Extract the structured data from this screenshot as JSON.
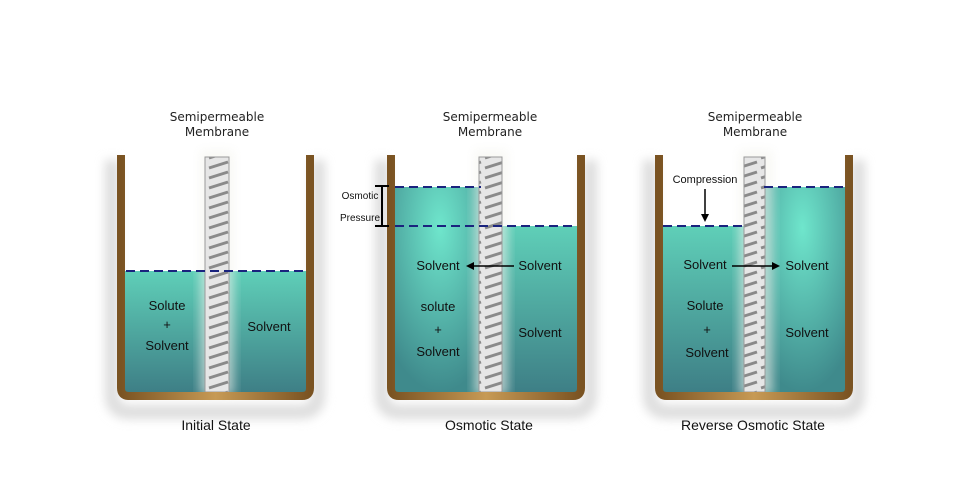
{
  "membrane_label": [
    "Semipermeable",
    "Membrane"
  ],
  "panels": [
    {
      "caption": "Initial State",
      "left_labels": [
        "Solute",
        "+",
        "Solvent"
      ],
      "right_labels": [
        "Solvent"
      ]
    },
    {
      "caption": "Osmotic State",
      "flow_left": "Solvent",
      "flow_right": "Solvent",
      "left_labels": [
        "solute",
        "+",
        "Solvent"
      ],
      "right_labels": [
        "Solvent"
      ],
      "pressure_labels": [
        "Osmotic",
        "Pressure"
      ]
    },
    {
      "caption": "Reverse Osmotic State",
      "flow_left": "Solvent",
      "flow_right": "Solvent",
      "left_labels": [
        "Solute",
        "+",
        "Solvent"
      ],
      "right_labels": [
        "Solvent"
      ],
      "compression_label": "Compression"
    }
  ],
  "colors": {
    "wall": "#a87a3c",
    "liquid": "#4fa3a0",
    "level_line": "#1a237e"
  }
}
